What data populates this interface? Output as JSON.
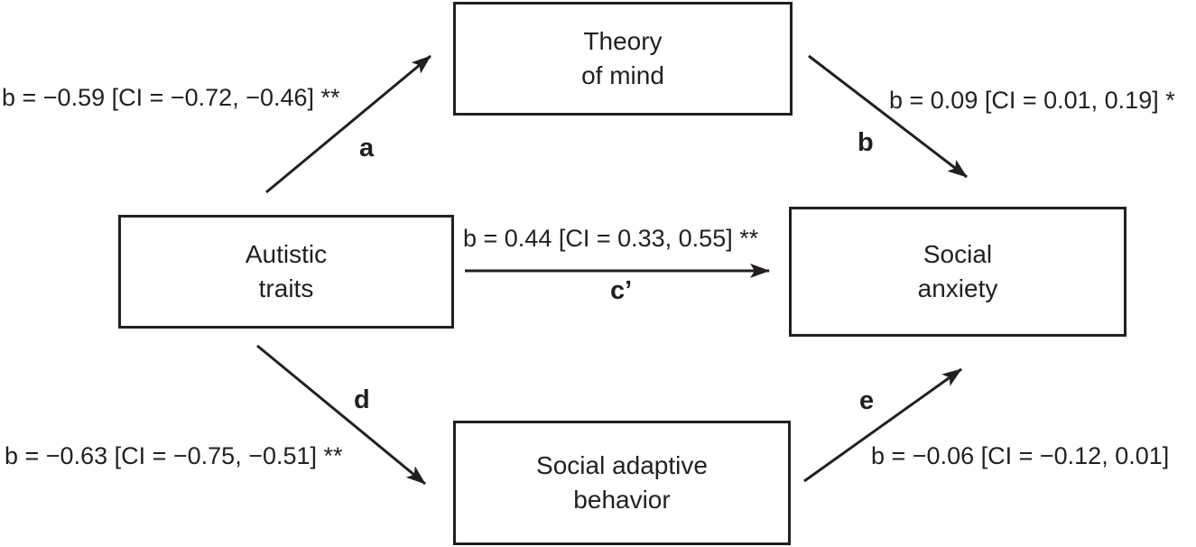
{
  "figure": {
    "type": "mediation-path-diagram",
    "line_color": "#231f20",
    "background_color": "#ffffff"
  },
  "nodes": {
    "theory_of_mind": {
      "label": "Theory\nof mind",
      "role": "mediator-top"
    },
    "autistic_traits": {
      "label": "Autistic\ntraits",
      "role": "predictor"
    },
    "social_anxiety": {
      "label": "Social\nanxiety",
      "role": "outcome"
    },
    "social_adaptive_behavior": {
      "label": "Social adaptive\nbehavior",
      "role": "mediator-bottom"
    }
  },
  "paths": {
    "a": {
      "letter": "a",
      "from": "autistic_traits",
      "to": "theory_of_mind",
      "stat": "b = −0.59 [CI = −0.72, −0.46] **"
    },
    "b": {
      "letter": "b",
      "from": "theory_of_mind",
      "to": "social_anxiety",
      "stat": "b = 0.09 [CI = 0.01, 0.19] *"
    },
    "c_prime": {
      "letter": "c’",
      "from": "autistic_traits",
      "to": "social_anxiety",
      "stat": "b = 0.44 [CI = 0.33, 0.55] **"
    },
    "d": {
      "letter": "d",
      "from": "autistic_traits",
      "to": "social_adaptive_behavior",
      "stat": "b = −0.63 [CI = −0.75, −0.51] **"
    },
    "e": {
      "letter": "e",
      "from": "social_adaptive_behavior",
      "to": "social_anxiety",
      "stat": "b = −0.06 [CI = −0.12, 0.01]"
    }
  }
}
